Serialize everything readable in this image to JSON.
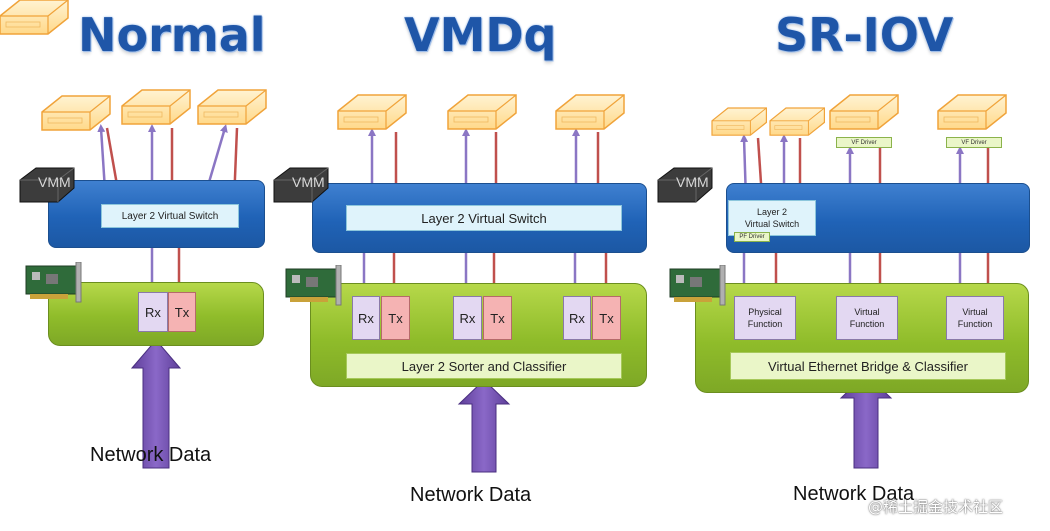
{
  "titles": {
    "normal": "Normal",
    "vmdq": "VMDq",
    "sriov": "SR-IOV"
  },
  "labels": {
    "vmm": "VMM",
    "rx": "Rx",
    "tx": "Tx",
    "network_data": "Network Data",
    "switch_normal": "Layer 2 Virtual Switch",
    "switch_vmdq": "Layer 2 Virtual Switch",
    "switch_sriov_line1": "Layer 2",
    "switch_sriov_line2": "Virtual Switch",
    "sorter": "Layer 2 Sorter and Classifier",
    "bridge": "Virtual Ethernet Bridge & Classifier",
    "pf_driver": "PF Driver",
    "vf_driver": "VF Driver",
    "physical_function_line1": "Physical",
    "physical_function_line2": "Function",
    "virtual_function_line1": "Virtual",
    "virtual_function_line2": "Function"
  },
  "watermark": "@稀土掘金技术社区",
  "colors": {
    "title": "#1f56a8",
    "up_arrow": "#8b76c4",
    "down_arrow": "#c0504d",
    "blue_bar": "#2063b7",
    "green_bar": "#8fbc2a"
  }
}
